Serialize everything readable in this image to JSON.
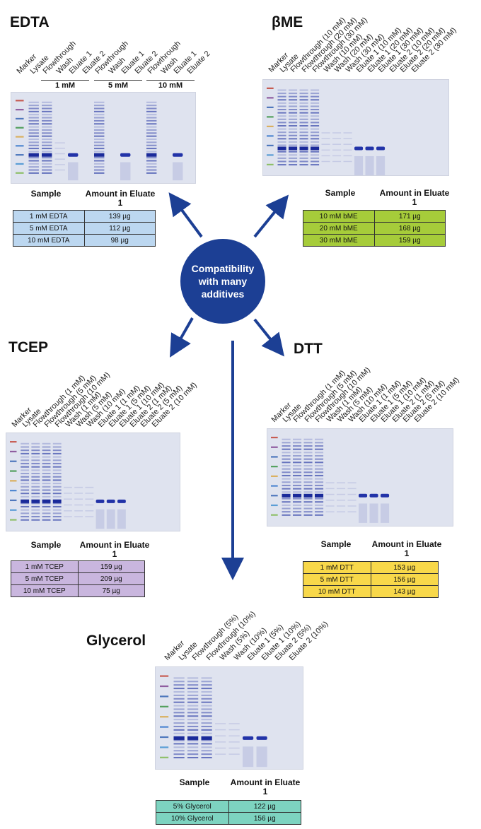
{
  "center_label": "Compatibility with many additives",
  "colors": {
    "arrow": "#1c3f94",
    "circle": "#1c3f94",
    "gel_bg": "#dfe3ef",
    "band": "#2233a8"
  },
  "panels": {
    "edta": {
      "title": "EDTA",
      "lanes": [
        "Marker",
        "Lysate",
        "Flowthrough",
        "Wash",
        "Eluate 1",
        "Eluate 2",
        "Flowthrough",
        "Wash",
        "Eluate 1",
        "Eluate 2",
        "Flowthrough",
        "Wash",
        "Eluate 1",
        "Eluate 2"
      ],
      "concentrations": [
        "1 mM",
        "5 mM",
        "10 mM"
      ],
      "header_sample": "Sample",
      "header_amount": "Amount in Eluate 1",
      "table_color": "#bcd7f0",
      "rows": [
        [
          "1 mM EDTA",
          "139 µg"
        ],
        [
          "5 mM EDTA",
          "112 µg"
        ],
        [
          "10 mM EDTA",
          "98 µg"
        ]
      ]
    },
    "bme": {
      "title": "βME",
      "lanes": [
        "Marker",
        "Lysate",
        "Flowthrough (10 mM)",
        "Flowthrough (20 mM)",
        "Flowthrough (30 mM)",
        "Wash (10 mM)",
        "Wash (20 mM)",
        "Wash (30 mM)",
        "Eluate 1 (10 mM)",
        "Eluate 1 (20 mM)",
        "Eluate 1 (30 mM)",
        "Eluate 2 (10 mM)",
        "Eluate 2 (20 mM)",
        "Eluate 2 (30 mM)"
      ],
      "header_sample": "Sample",
      "header_amount": "Amount in Eluate 1",
      "table_color": "#a6cc3a",
      "rows": [
        [
          "10 mM bME",
          "171 µg"
        ],
        [
          "20 mM bME",
          "168 µg"
        ],
        [
          "30 mM bME",
          "159 µg"
        ]
      ]
    },
    "tcep": {
      "title": "TCEP",
      "lanes": [
        "Marker",
        "Lysate",
        "Flowthrough (1 mM)",
        "Flowthrough (5 mM)",
        "Flowthrough (10 mM)",
        "Wash (1 mM)",
        "Wash (5 mM)",
        "Wash (10 mM)",
        "Eluate 1 (1 mM)",
        "Eluate 1 (5 mM)",
        "Eluate 1 (10 mM)",
        "Eluate 2 (1 mM)",
        "Eluate 2 (5 mM)",
        "Eluate 2 (10 mM)"
      ],
      "header_sample": "Sample",
      "header_amount": "Amount in Eluate 1",
      "table_color": "#c9b6de",
      "rows": [
        [
          "1 mM TCEP",
          "159 µg"
        ],
        [
          "5 mM TCEP",
          "209 µg"
        ],
        [
          "10 mM TCEP",
          "75 µg"
        ]
      ]
    },
    "dtt": {
      "title": "DTT",
      "lanes": [
        "Marker",
        "Lysate",
        "Flowthrough (1 mM)",
        "Flowthrough (5 mM)",
        "Flowthrough (10 mM)",
        "Wash (1 mM)",
        "Wash (5 mM)",
        "Wash (10 mM)",
        "Eluate 1 (1 mM)",
        "Eluate 1 (5 mM)",
        "Eluate 1 (10 mM)",
        "Eluate 2 (1 mM)",
        "Eluate 2 (5 mM)",
        "Eluate 2 (10 mM)"
      ],
      "header_sample": "Sample",
      "header_amount": "Amount in Eluate 1",
      "table_color": "#f8d84a",
      "rows": [
        [
          "1 mM DTT",
          "153 µg"
        ],
        [
          "5 mM DTT",
          "156 µg"
        ],
        [
          "10 mM DTT",
          "143 µg"
        ]
      ]
    },
    "glycerol": {
      "title": "Glycerol",
      "lanes": [
        "Marker",
        "Lysate",
        "Flowthrough (5%)",
        "Flowthrough (10%)",
        "Wash (5%)",
        "Wash (10%)",
        "Eluate 1 (5%)",
        "Eluate 1 (10%)",
        "Eluate 2 (5%)",
        "Eluate 2 (10%)"
      ],
      "header_sample": "Sample",
      "header_amount": "Amount in Eluate 1",
      "table_color": "#7dd3c0",
      "rows": [
        [
          "5% Glycerol",
          "122 µg"
        ],
        [
          "10% Glycerol",
          "156 µg"
        ]
      ]
    }
  }
}
